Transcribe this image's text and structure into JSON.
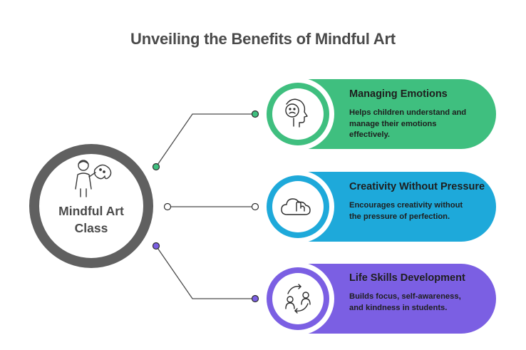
{
  "title": "Unveiling the Benefits of Mindful Art",
  "center": {
    "label": "Mindful Art Class",
    "icon": "teacher-painting-icon"
  },
  "cards": [
    {
      "title": "Managing Emotions",
      "description": "Helps children understand and manage their emotions effectively.",
      "icon": "emotional-head-icon",
      "color": "#3fbf7f"
    },
    {
      "title": "Creativity Without Pressure",
      "description": "Encourages creativity without the pressure of perfection.",
      "icon": "cloud-hand-icon",
      "color": "#1ea9da"
    },
    {
      "title": "Life Skills Development",
      "description": "Builds focus, self-awareness, and kindness in students.",
      "icon": "circular-people-icon",
      "color": "#7b5fe3"
    }
  ],
  "colors": {
    "title": "#4a4a4a",
    "ring": "#606060",
    "connector": "#4a4a4a"
  }
}
